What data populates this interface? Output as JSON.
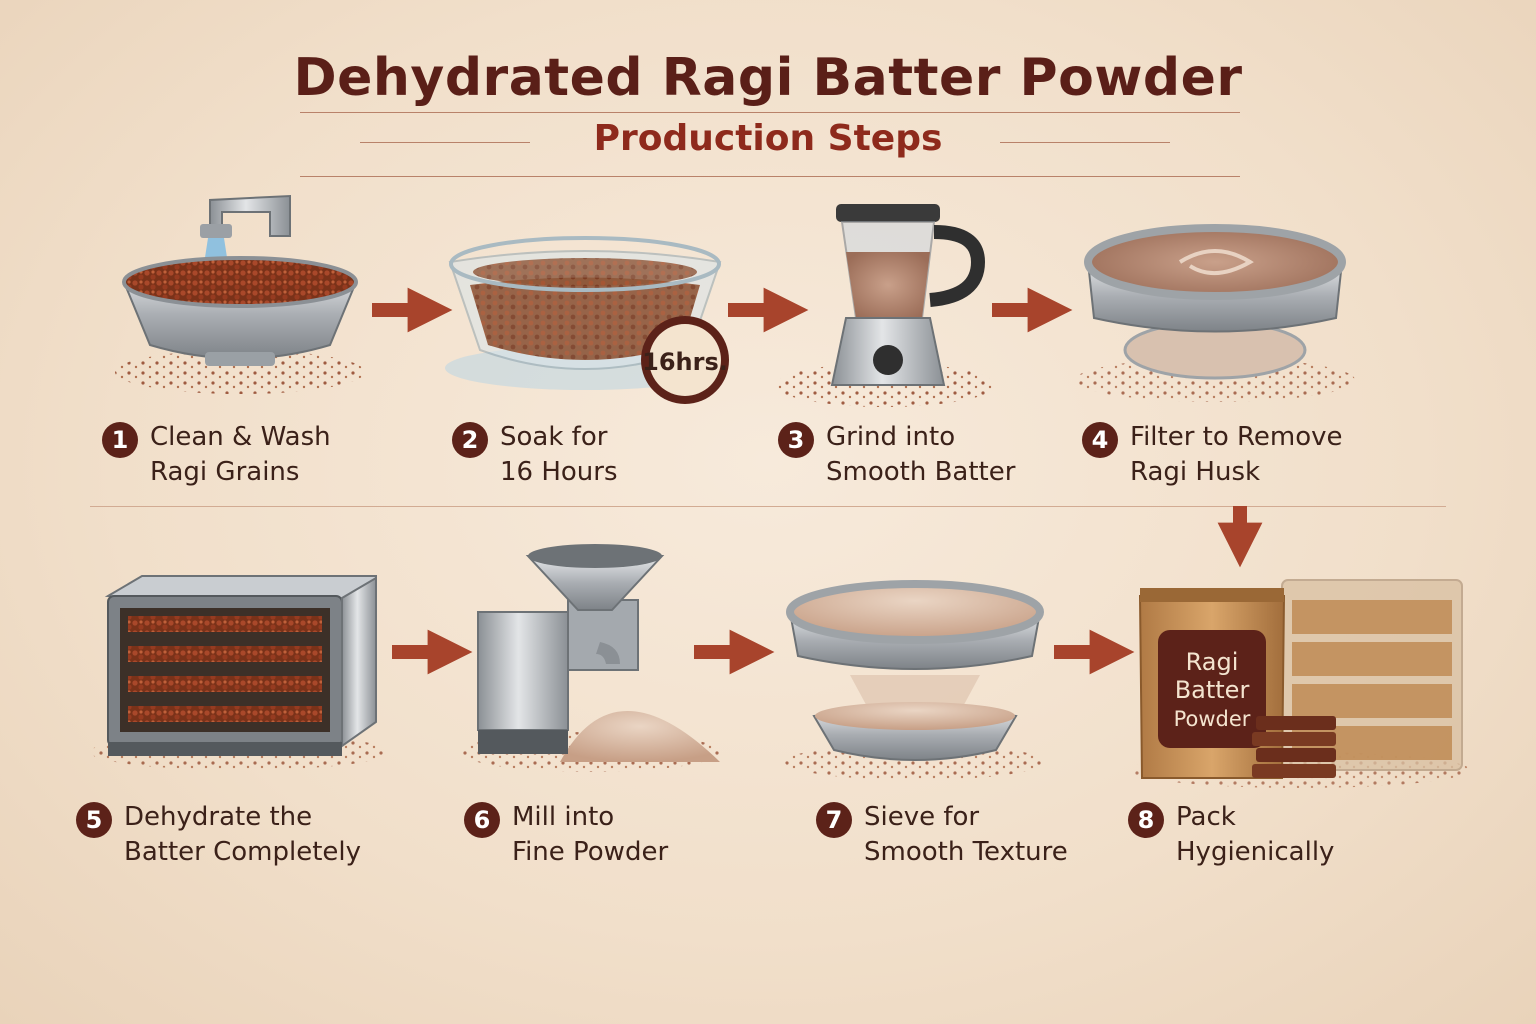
{
  "header": {
    "title": "Dehydrated Ragi Batter Powder",
    "subtitle": "Production Steps"
  },
  "timer_badge": "16hrs.",
  "package_label": [
    "Ragi",
    "Batter",
    "Powder"
  ],
  "steps": [
    {
      "number": "1",
      "line1": "Clean & Wash",
      "line2": "Ragi Grains",
      "icon": "washing-bowl-icon"
    },
    {
      "number": "2",
      "line1": "Soak for",
      "line2": "16 Hours",
      "icon": "soaking-bowl-icon"
    },
    {
      "number": "3",
      "line1": "Grind into",
      "line2": "Smooth Batter",
      "icon": "blender-icon"
    },
    {
      "number": "4",
      "line1": "Filter to Remove",
      "line2": "Ragi Husk",
      "icon": "filter-sieve-icon"
    },
    {
      "number": "5",
      "line1": "Dehydrate the",
      "line2": "Batter Completely",
      "icon": "dehydrator-icon"
    },
    {
      "number": "6",
      "line1": "Mill into",
      "line2": "Fine Powder",
      "icon": "flour-mill-icon"
    },
    {
      "number": "7",
      "line1": "Sieve for",
      "line2": "Smooth Texture",
      "icon": "sieve-icon"
    },
    {
      "number": "8",
      "line1": "Pack",
      "line2": "Hygienically",
      "icon": "packaging-icon"
    }
  ],
  "colors": {
    "title": "#5a1f18",
    "subtitle": "#8e2a1c",
    "arrow": "#a8442c",
    "badge": "#5c2219",
    "steel": "#b8bcc0",
    "ragi": "#8a3a1e"
  }
}
